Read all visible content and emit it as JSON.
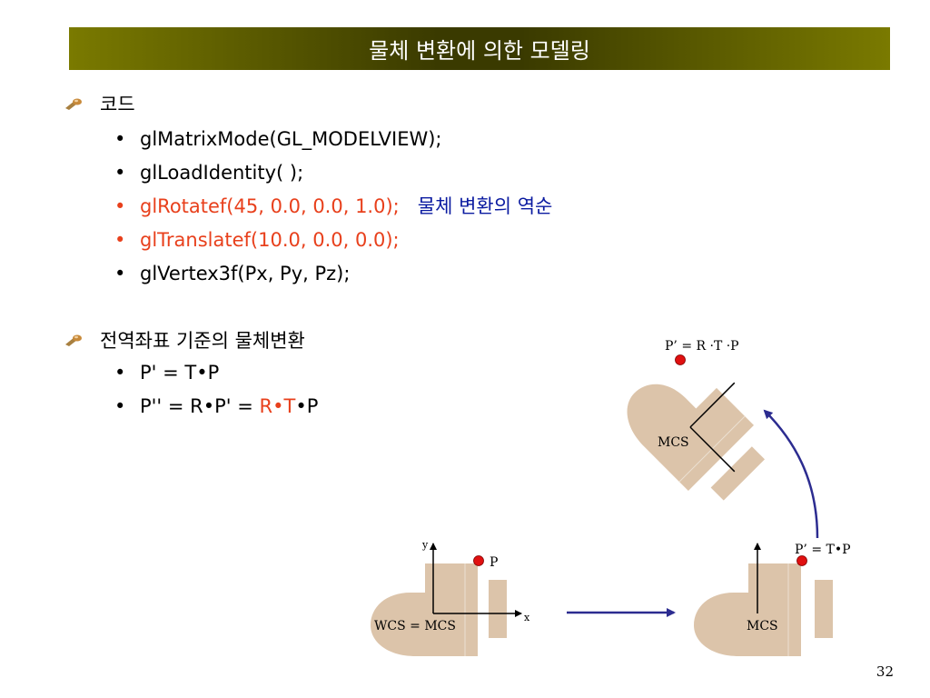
{
  "slide": {
    "title": "물체 변환에 의한 모델링",
    "page_number": "32"
  },
  "section1": {
    "heading": "코드",
    "lines": [
      {
        "text": "glMatrixMode(GL_MODELVIEW);"
      },
      {
        "text": "glLoadIdentity( );"
      },
      {
        "text": "glRotatef(45, 0.0, 0.0, 1.0);",
        "note": "물체 변환의 역순"
      },
      {
        "text": "glTranslatef(10.0, 0.0, 0.0);"
      },
      {
        "text": "glVertex3f(Px, Py, Pz);"
      }
    ]
  },
  "section2": {
    "heading": "전역좌표 기준의 물체변환",
    "eq1": "P' = T•P",
    "eq2_prefix": "P'' = R•P' = ",
    "eq2_r": "R",
    "eq2_dot": "•",
    "eq2_t": "T",
    "eq2_suffix": "•P"
  },
  "diagram": {
    "label_wcs": "WCS = MCS",
    "label_mcs_mid": "MCS",
    "label_mcs_top": "MCS",
    "label_p": "P",
    "label_p_translated": "P’ = T•P",
    "label_p_rotated": "P’ = R ·T ·P",
    "axis_x": "x",
    "axis_y": "y"
  },
  "colors": {
    "title_bar": "#5a5a00",
    "highlight_red": "#e8401c",
    "note_blue": "#0a1aa0",
    "object_fill": "#dcc4aa",
    "point_red": "#e01010",
    "arrow_blue": "#2c2c90"
  }
}
